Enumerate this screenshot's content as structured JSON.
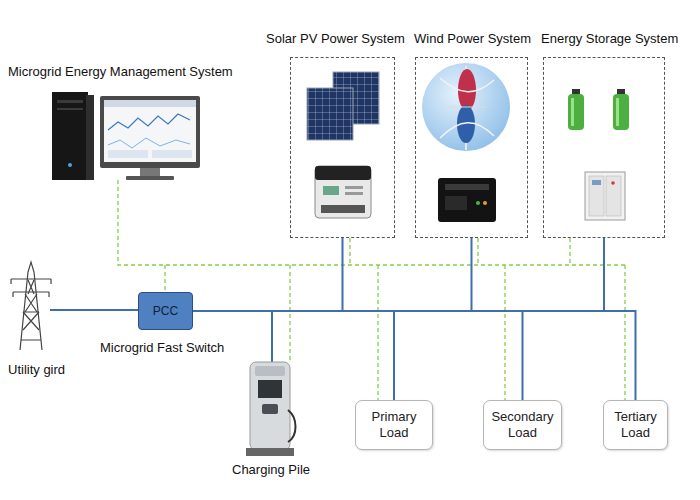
{
  "diagram": {
    "nodes": [
      {
        "text": [
          "Solar PV Power System"
        ]
      },
      {
        "text": [
          "Wind Power System"
        ]
      },
      {
        "text": [
          "Energy Storage System"
        ]
      },
      {
        "text": [
          "PCC"
        ]
      },
      {
        "text": [
          "Primary Load"
        ]
      },
      {
        "text": [
          "Secondary Load"
        ]
      },
      {
        "text": [
          "Tertiary Load"
        ]
      }
    ],
    "edges": [
      {
        "from": 3,
        "to": 0,
        "arrow": "none"
      },
      {
        "from": 3,
        "to": 1,
        "arrow": "none"
      },
      {
        "from": 3,
        "to": 2,
        "arrow": "none"
      },
      {
        "from": 3,
        "to": 4,
        "arrow": "none"
      },
      {
        "from": 3,
        "to": 5,
        "arrow": "none"
      },
      {
        "from": 3,
        "to": 6,
        "arrow": "none"
      }
    ],
    "labels": [
      "Microgrid Energy Management System",
      "Microgrid Fast Switch",
      "Utility gird",
      "Charging Pile"
    ]
  }
}
